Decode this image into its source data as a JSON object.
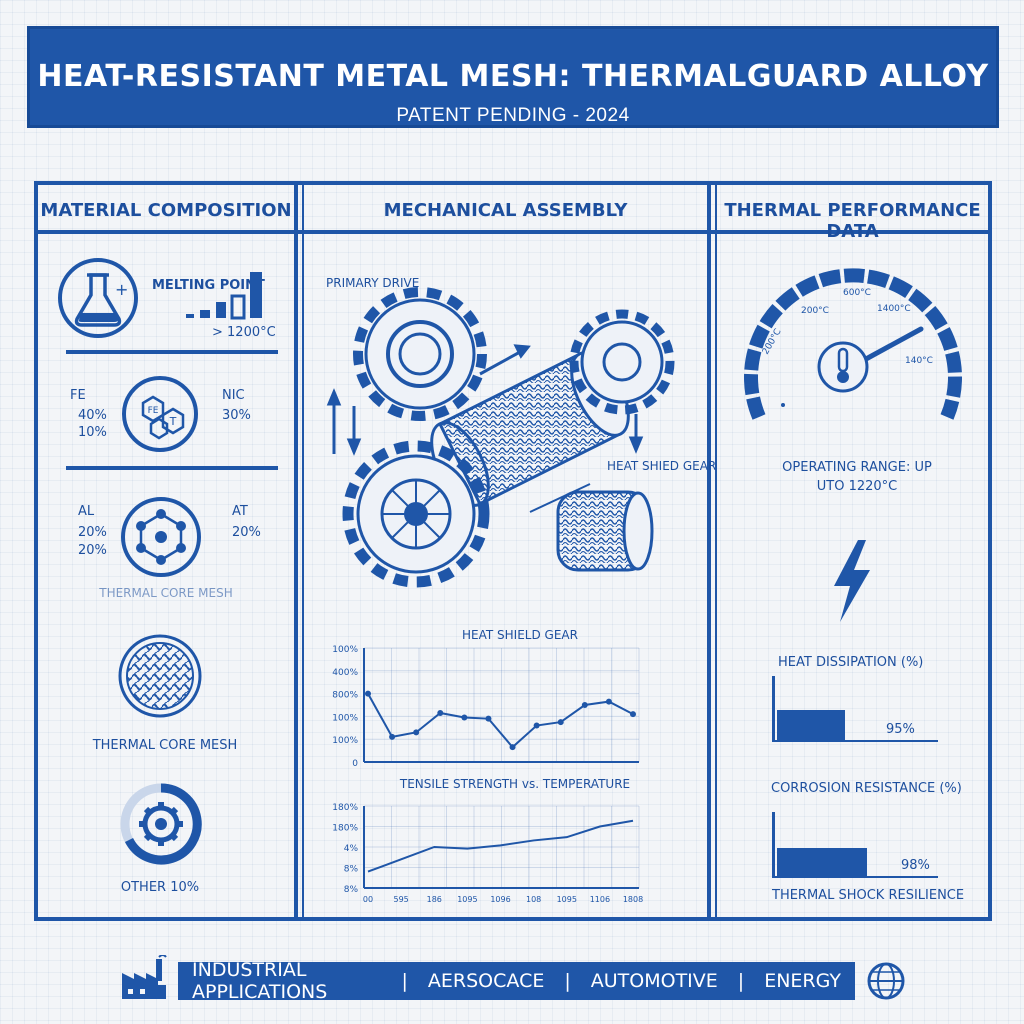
{
  "header": {
    "title": "HEAT-RESISTANT METAL MESH: THERMALGUARD ALLOY",
    "subtitle": "PATENT PENDING - 2024"
  },
  "columns": {
    "left": "MATERIAL COMPOSITION",
    "middle": "MECHANICAL ASSEMBLY",
    "right": "THERMAL PERFORMANCE DATA"
  },
  "composition": {
    "melting_label": "MELTING POINT",
    "melting_value": "> 1200°C",
    "fe_label": "FE",
    "fe_values": [
      "40%",
      "10%"
    ],
    "ni_label": "NIC",
    "ni_value": "30%",
    "al_label": "AL",
    "al_values": [
      "20%",
      "20%"
    ],
    "at_label": "AT",
    "at_value": "20%",
    "hex_labels": [
      "FE",
      "T"
    ],
    "ghost_label": "THERMAL CORE MESH",
    "core_label": "THERMAL CORE MESH",
    "other_label": "OTHER 10%"
  },
  "assembly": {
    "primary_drive": "PRIMARY DRIVE",
    "heat_shield_gear": "HEAT SHIED GEAR"
  },
  "chart_data": [
    {
      "type": "line",
      "title": "HEAT SHIELD GEAR",
      "y_tick_labels": [
        "100%",
        "400%",
        "800%",
        "100%",
        "100%",
        "0"
      ],
      "x": [
        1,
        2,
        3,
        4,
        5,
        6,
        7,
        8,
        9,
        10,
        11,
        12
      ],
      "values": [
        300,
        110,
        130,
        215,
        195,
        190,
        65,
        160,
        175,
        250,
        265,
        210
      ],
      "ylim": [
        0,
        500
      ],
      "grid": true
    },
    {
      "type": "line",
      "title": "TENSILE STRENGTH vs. TEMPERATURE",
      "y_tick_labels": [
        "180%",
        "180%",
        "4%",
        "8%",
        "8%"
      ],
      "x_tick_labels": [
        "00",
        "595",
        "186",
        "1095",
        "1096",
        "108",
        "1095",
        "1106",
        "1808"
      ],
      "x": [
        1,
        2,
        3,
        4,
        5,
        6,
        7,
        8,
        9
      ],
      "values": [
        20,
        35,
        50,
        48,
        52,
        58,
        62,
        75,
        82
      ],
      "ylim": [
        0,
        100
      ],
      "grid": true
    }
  ],
  "thermal": {
    "gauge_labels": [
      "200°C",
      "200°C",
      "600°C",
      "1400°C",
      "140°C"
    ],
    "operating_range": [
      "OPERATING RANGE: UP",
      "UTO 1220°C"
    ],
    "heat_dissipation_label": "HEAT DISSIPATION (%)",
    "heat_dissipation_value": "95%",
    "heat_dissipation_fill": 0.45,
    "corrosion_label": "CORROSION RESISTANCE (%)",
    "corrosion_value": "98%",
    "corrosion_fill": 0.6,
    "shock_label": "THERMAL SHOCK RESILIENCE"
  },
  "footer": {
    "items": [
      "INDUSTRIAL APPLICATIONS",
      "AERSOCACE",
      "AUTOMOTIVE",
      "ENERGY"
    ],
    "separator": "|"
  },
  "colors": {
    "primary": "#1f56a8",
    "background": "#f3f5f8"
  }
}
